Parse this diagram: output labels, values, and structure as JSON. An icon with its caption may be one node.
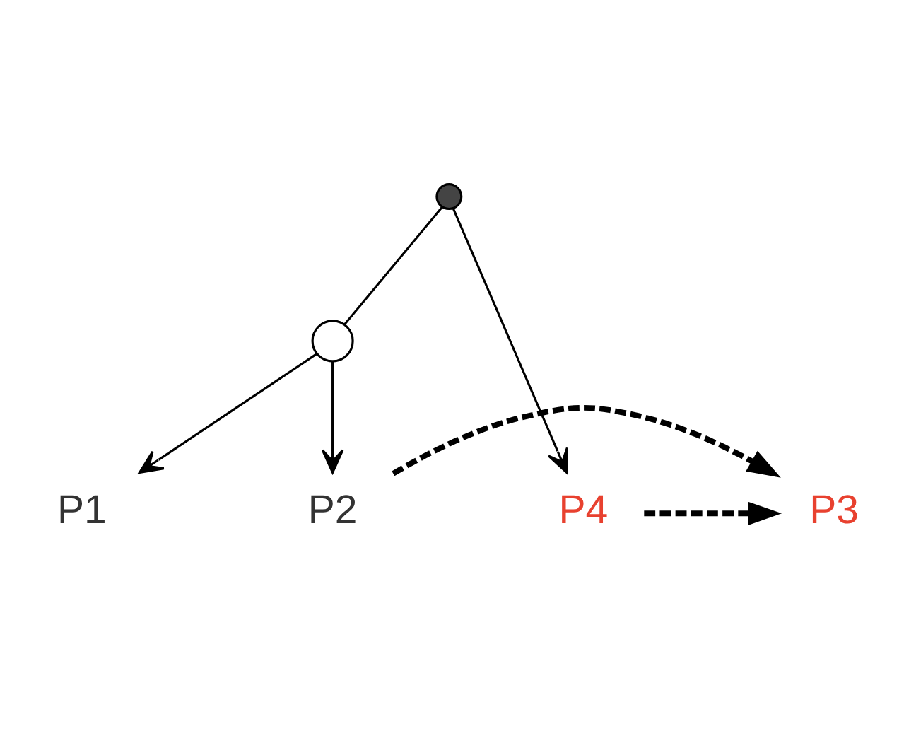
{
  "diagram": {
    "nodes": [
      {
        "text": [],
        "shape": "circle"
      },
      {
        "text": [],
        "shape": "circle"
      },
      {
        "text": [
          "P1"
        ]
      },
      {
        "text": [
          "P2"
        ]
      },
      {
        "text": [
          "P3"
        ]
      },
      {
        "text": [
          "P4"
        ]
      }
    ],
    "edges": [
      {
        "from": 0,
        "to": 1,
        "arrow": "none"
      },
      {
        "from": 1,
        "to": 2,
        "arrow": "to"
      },
      {
        "from": 1,
        "to": 3,
        "arrow": "to"
      },
      {
        "from": 0,
        "to": 5,
        "arrow": "to"
      },
      {
        "from": 3,
        "to": 4,
        "arrow": "to",
        "style": "dashed"
      },
      {
        "from": 5,
        "to": 4,
        "arrow": "to",
        "style": "dashed"
      }
    ]
  }
}
